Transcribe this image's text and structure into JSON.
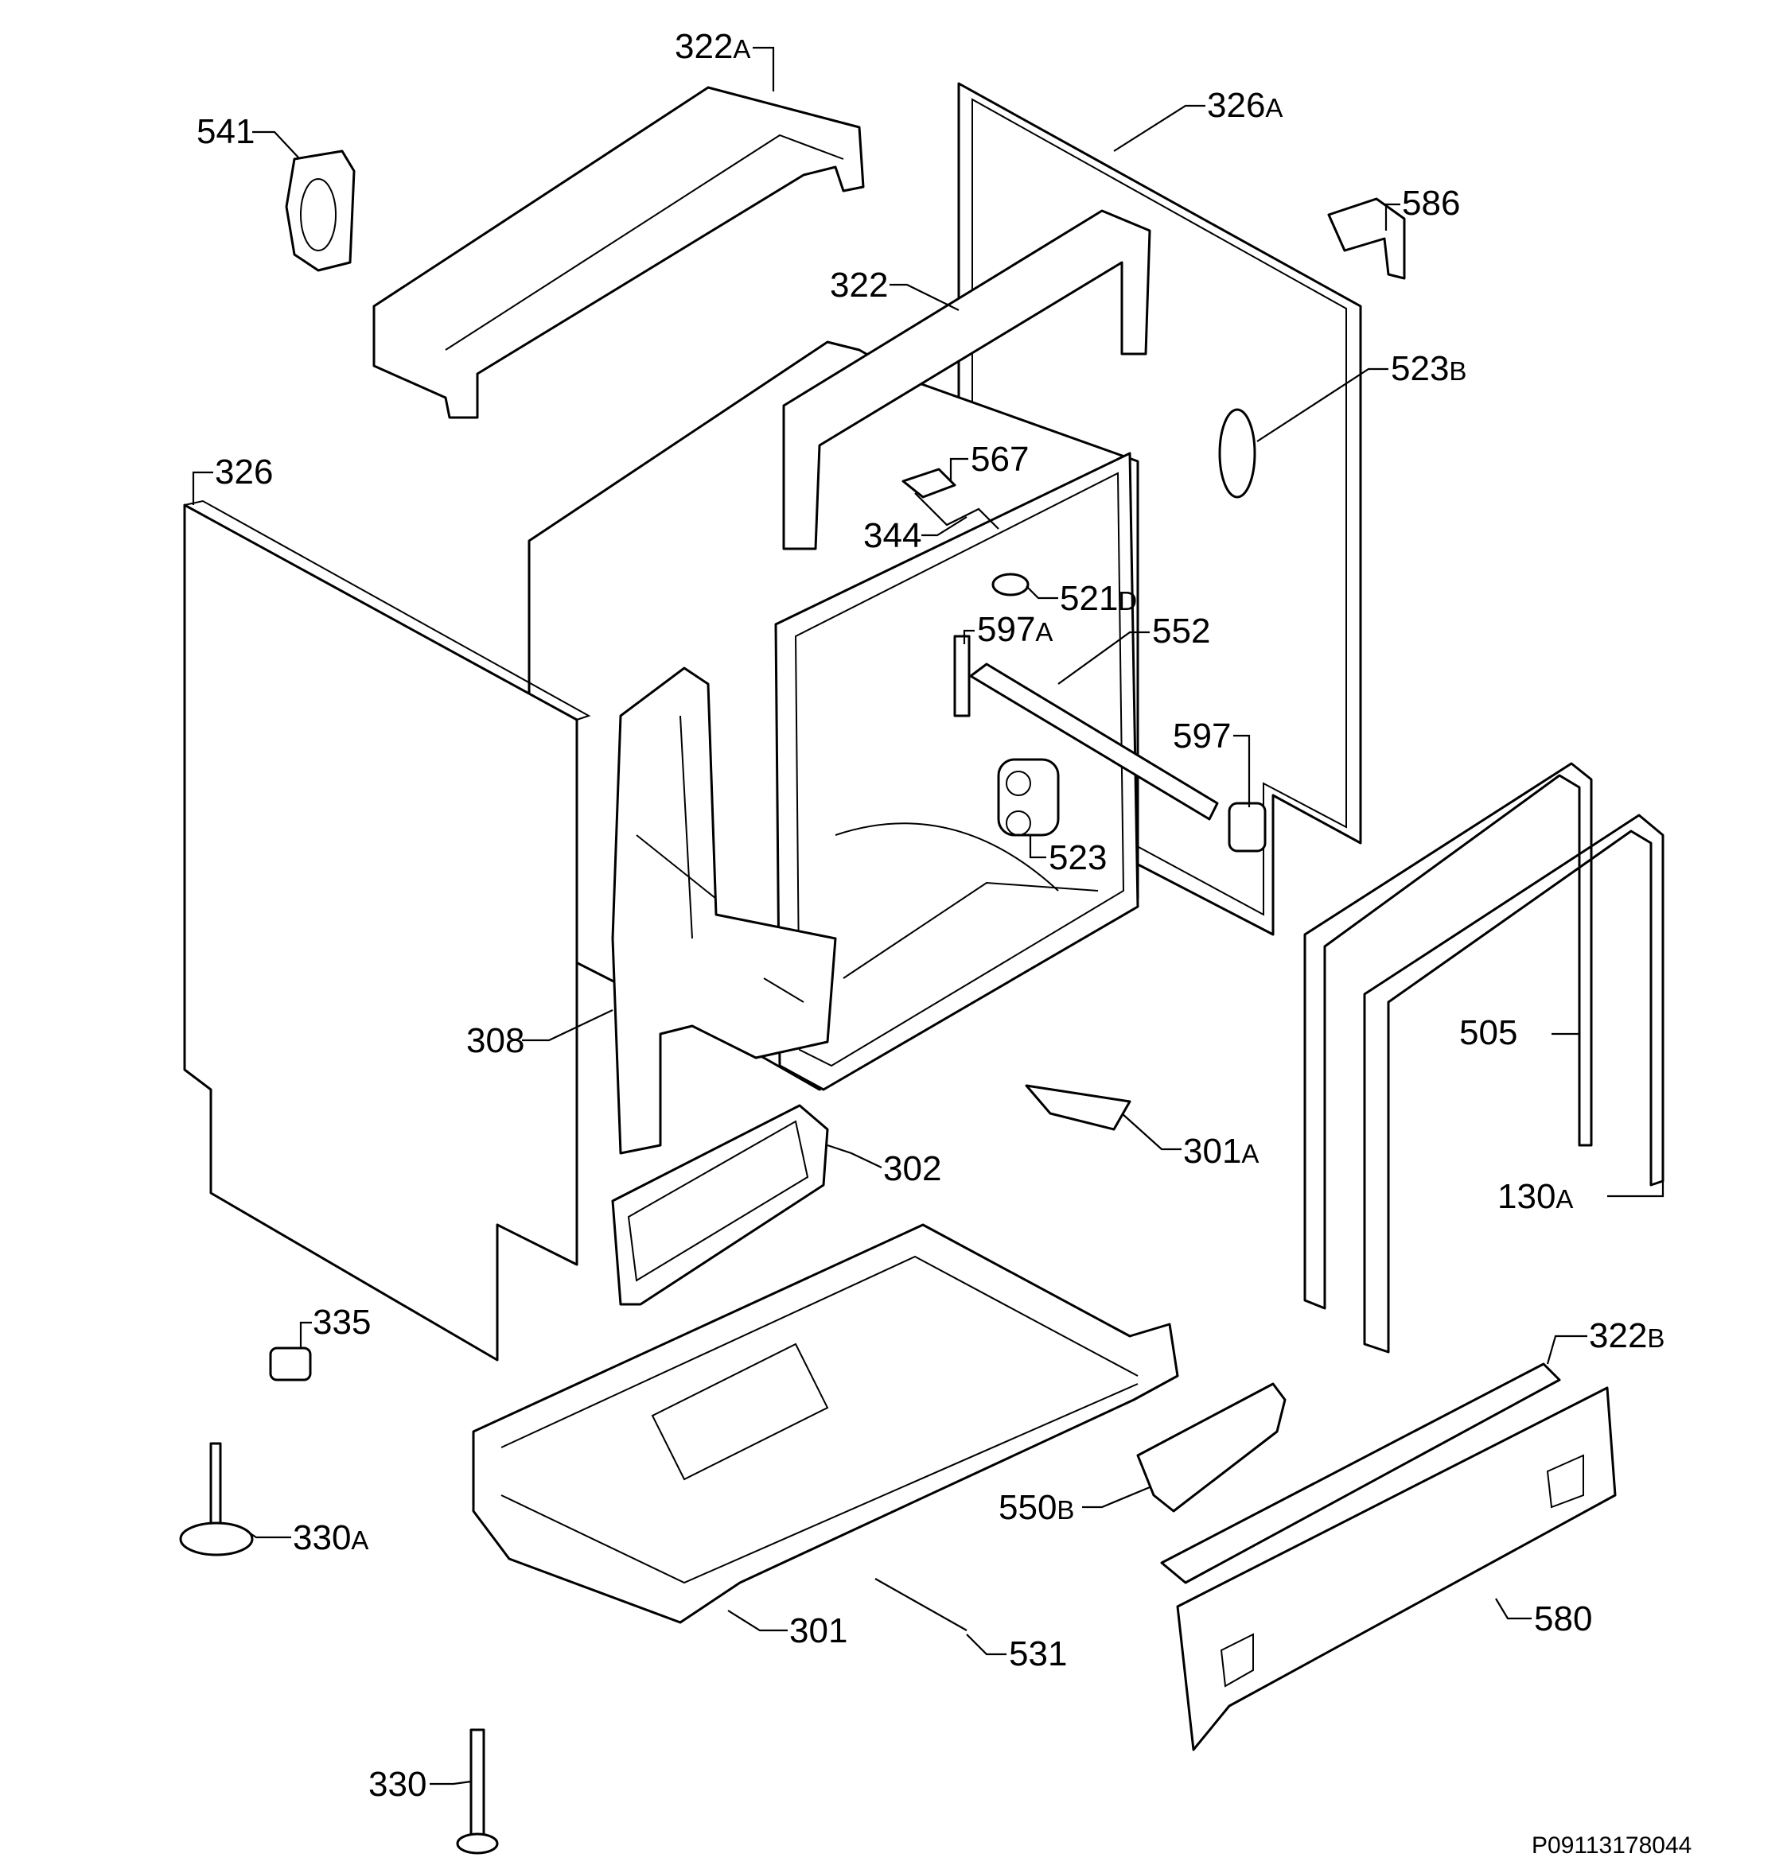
{
  "labels": {
    "l322A": {
      "num": "322",
      "suf": "A"
    },
    "l326A": {
      "num": "326",
      "suf": "A"
    },
    "l541": {
      "num": "541",
      "suf": ""
    },
    "l586": {
      "num": "586",
      "suf": ""
    },
    "l322": {
      "num": "322",
      "suf": ""
    },
    "l523B": {
      "num": "523",
      "suf": "B"
    },
    "l326": {
      "num": "326",
      "suf": ""
    },
    "l567": {
      "num": "567",
      "suf": ""
    },
    "l344": {
      "num": "344",
      "suf": ""
    },
    "l521D": {
      "num": "521",
      "suf": "D"
    },
    "l597A": {
      "num": "597",
      "suf": "A"
    },
    "l552": {
      "num": "552",
      "suf": ""
    },
    "l597": {
      "num": "597",
      "suf": ""
    },
    "l523": {
      "num": "523",
      "suf": ""
    },
    "l505": {
      "num": "505",
      "suf": ""
    },
    "l308": {
      "num": "308",
      "suf": ""
    },
    "l301A": {
      "num": "301",
      "suf": "A"
    },
    "l302": {
      "num": "302",
      "suf": ""
    },
    "l130A": {
      "num": "130",
      "suf": "A"
    },
    "l335": {
      "num": "335",
      "suf": ""
    },
    "l322B": {
      "num": "322",
      "suf": "B"
    },
    "l550B": {
      "num": "550",
      "suf": "B"
    },
    "l330A": {
      "num": "330",
      "suf": "A"
    },
    "l580": {
      "num": "580",
      "suf": ""
    },
    "l301": {
      "num": "301",
      "suf": ""
    },
    "l531": {
      "num": "531",
      "suf": ""
    },
    "l330": {
      "num": "330",
      "suf": ""
    }
  },
  "drawing_code": "P09113178044"
}
